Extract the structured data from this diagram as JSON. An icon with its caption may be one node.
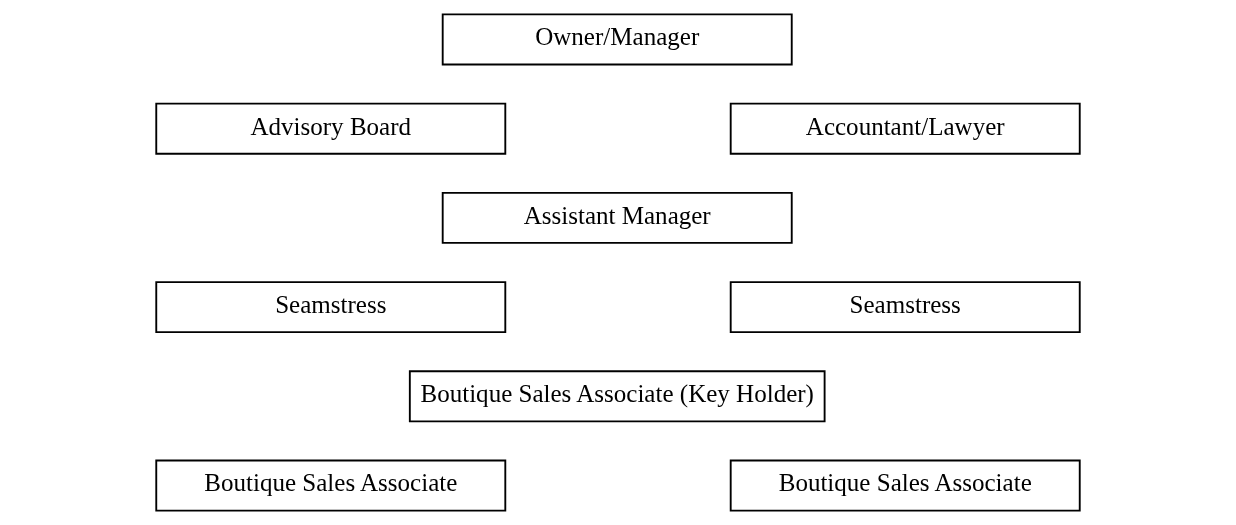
{
  "diagram": {
    "nodes": [
      {
        "text": [
          "Owner/Manager"
        ]
      },
      {
        "text": [
          "Advisory Board"
        ]
      },
      {
        "text": [
          "Accountant/Lawyer"
        ]
      },
      {
        "text": [
          "Assistant Manager"
        ]
      },
      {
        "text": [
          "Seamstress"
        ]
      },
      {
        "text": [
          "Seamstress"
        ]
      },
      {
        "text": [
          "Boutique Sales Associate (Key Holder)"
        ]
      },
      {
        "text": [
          "Boutique Sales Associate"
        ]
      },
      {
        "text": [
          "Boutique Sales Associate"
        ]
      }
    ]
  }
}
